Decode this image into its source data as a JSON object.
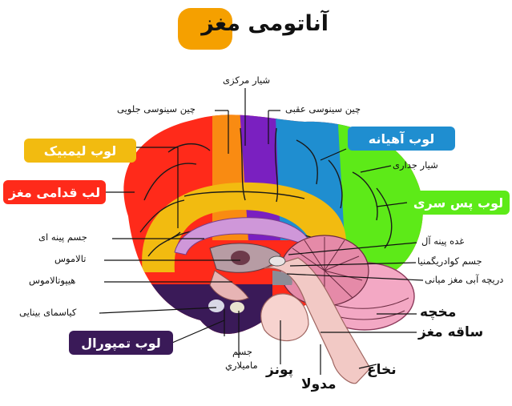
{
  "title": "آناتومی مغز",
  "colors": {
    "frontal": "#ff2a1a",
    "limbic": "#f2bb10",
    "parietal": "#1f8ed0",
    "occipital": "#5dea18",
    "temporal": "#3a1a58",
    "central_orange": "#f98b12",
    "central_purple": "#7a20c0",
    "cerebellum": "#f3a8c4",
    "brainstem": "#f2c9c5",
    "corpus_callosum": "#cf97d9",
    "title_pill": "#f5a000"
  },
  "boxes": {
    "limbic": "لوب لیمبیک",
    "frontal": "لب قدامی مغز",
    "parietal": "لوب آهیانه",
    "occipital": "لوب پس سری",
    "temporal": "لوب تمپورال"
  },
  "labels": {
    "central_sulcus": "شیار مرکزی",
    "cingulate_anterior": "چین سینوسی جلویی",
    "cingulate_posterior": "چین سینوسی عقبی",
    "parietal_sulcus": "شیار جداری",
    "corpus_callosum": "جسم پینه ای",
    "thalamus": "تالاموس",
    "hypothalamus": "هیپوتالاموس",
    "optic_chiasm": "کیاسمای بینایی",
    "pineal": "غده پینه آل",
    "quadrigemina": "جسم کوادریگمنیا",
    "aqueduct": "دریچه آبی مغز میانی",
    "cerebellum": "مخچه",
    "brainstem": "ساقه مغز",
    "spinal_cord": "نخاع",
    "pons": "پونز",
    "medulla": "مدولا",
    "mammillary_line1": "جسم",
    "mammillary_line2": "ماميلاري"
  }
}
